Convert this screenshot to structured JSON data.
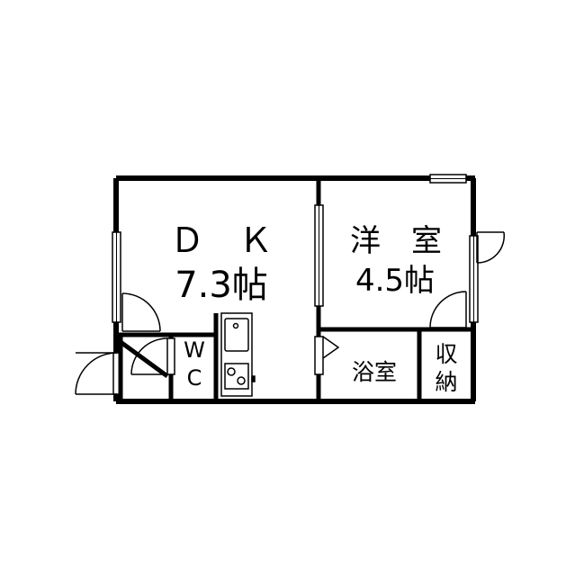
{
  "rooms": {
    "dk": {
      "name": "Ｄ　Ｋ",
      "size": "7.3帖"
    },
    "western": {
      "name": "洋　室",
      "size": "4.5帖"
    },
    "bath": {
      "name": "浴室"
    },
    "storage": {
      "name_line1": "収",
      "name_line2": "納"
    },
    "wc": {
      "name_line1": "W",
      "name_line2": "C"
    }
  },
  "colors": {
    "wall": "#000000",
    "fixture": "#000000",
    "background": "#ffffff"
  }
}
